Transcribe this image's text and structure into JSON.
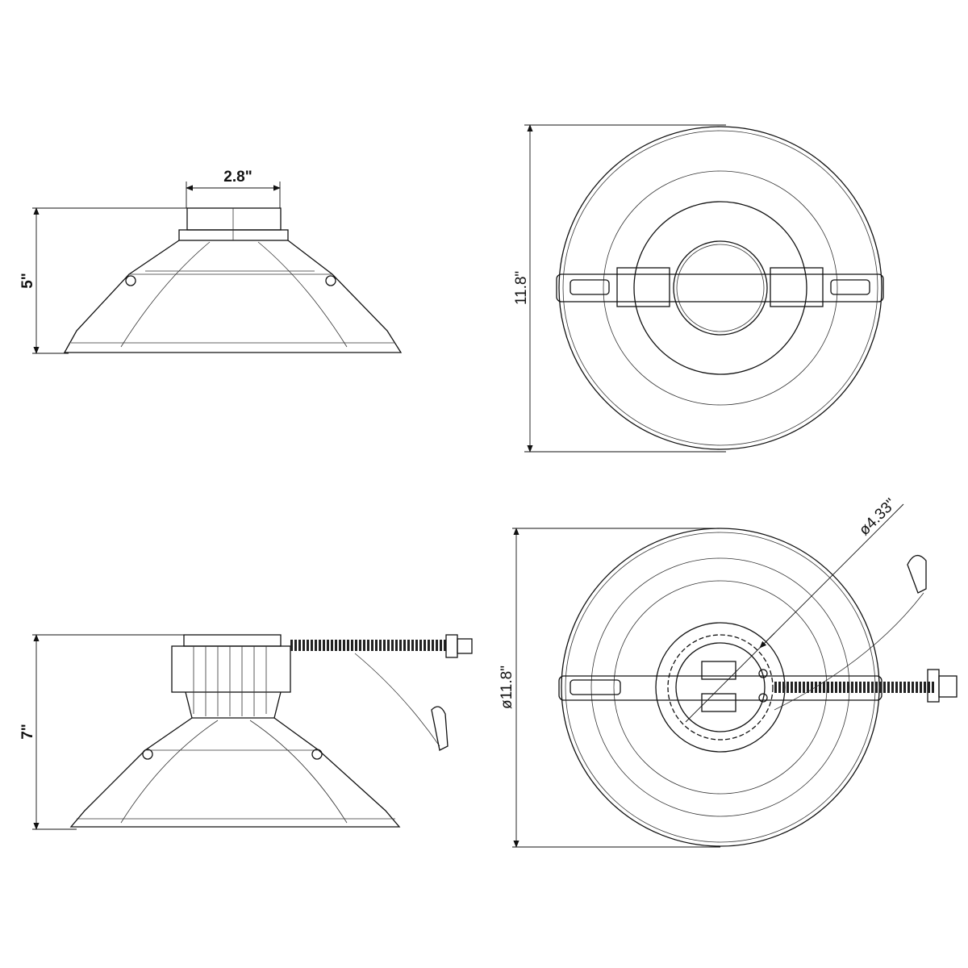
{
  "views": {
    "side_view": {
      "width_label": "2.8\"",
      "height_label": "5\""
    },
    "top_view": {
      "diameter_label": "11.8\""
    },
    "side_view_with_driver": {
      "height_label": "7\""
    },
    "bottom_view": {
      "diameter_label": "ø11.8\"",
      "inner_diameter_label": "ø4.33\""
    }
  },
  "colors": {
    "line": "#111111",
    "background": "#ffffff"
  }
}
